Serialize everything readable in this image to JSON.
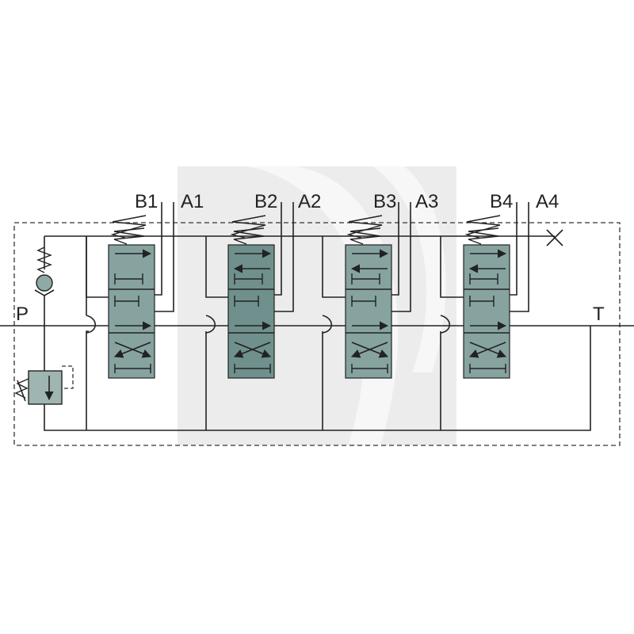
{
  "diagram": {
    "ports": {
      "pressure": "P",
      "tank": "T"
    },
    "sections": [
      {
        "b": "B1",
        "a": "A1"
      },
      {
        "b": "B2",
        "a": "A2"
      },
      {
        "b": "B3",
        "a": "A3"
      },
      {
        "b": "B4",
        "a": "A4"
      }
    ],
    "colors": {
      "valve_fill": "#86a3a0",
      "valve_fill_dark": "#6f908c",
      "line": "#222222",
      "watermark": "#e9e9e9",
      "relief_fill": "#9fb5b2",
      "check_ball": "#8fa9a6"
    }
  }
}
